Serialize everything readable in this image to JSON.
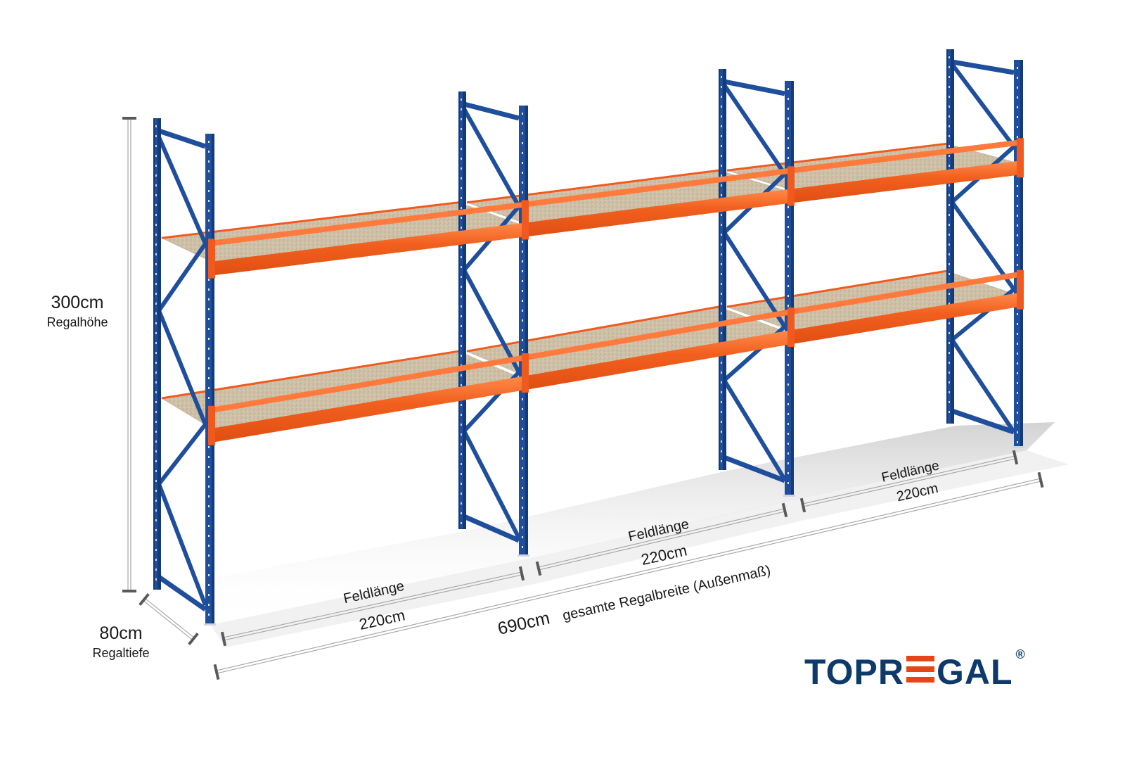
{
  "dimensions": {
    "height": {
      "value": "300cm",
      "label": "Regalhöhe"
    },
    "depth": {
      "value": "80cm",
      "label": "Regaltiefe"
    },
    "bays": [
      {
        "label": "Feldlänge",
        "value": "220cm"
      },
      {
        "label": "Feldlänge",
        "value": "220cm"
      },
      {
        "label": "Feldlänge",
        "value": "220cm"
      }
    ],
    "total_width": {
      "value": "690cm",
      "label": "gesamte Regalbreite (Außenmaß)"
    }
  },
  "logo": {
    "text_left": "TOPR",
    "text_right": "GAL",
    "registered": "®",
    "full": "TOPREGAL®"
  },
  "colors": {
    "frame_blue": "#1f4f9c",
    "frame_blue_dark": "#143a78",
    "beam_orange": "#f05a1e",
    "beam_orange_light": "#ff7a3c",
    "shelf_board": "#cdbfa6",
    "dimension_line": "#a9a9a9",
    "dimension_cap": "#5a5a5a",
    "logo_blue": "#0d3a6b",
    "logo_orange": "#e84516"
  }
}
